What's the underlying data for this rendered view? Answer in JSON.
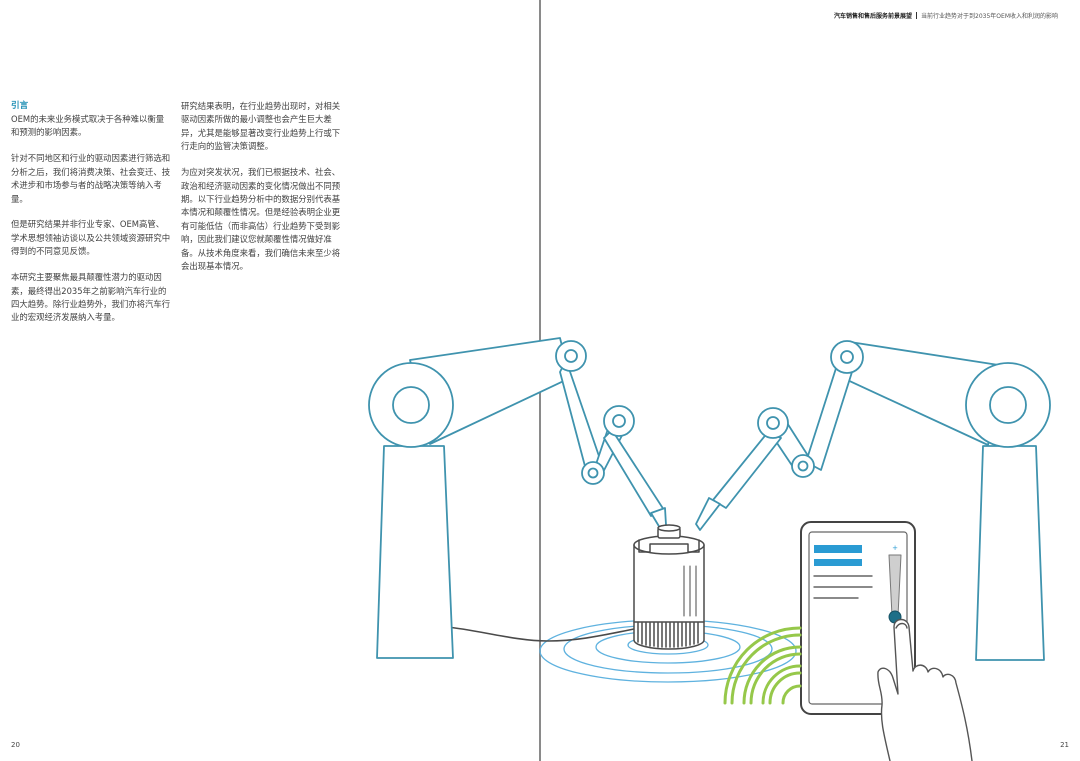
{
  "header": {
    "title": "汽车销售和售后服务前景展望",
    "subtitle": "当前行业趋势对于到2035年OEM收入和利润的影响"
  },
  "left_page": {
    "heading": "引言",
    "column_1": [
      "OEM的未来业务模式取决于各种难以衡量和预测的影响因素。",
      "针对不同地区和行业的驱动因素进行筛选和分析之后，我们将消费决策、社会变迁、技术进步和市场参与者的战略决策等纳入考量。",
      "但是研究结果并非行业专家、OEM高管、学术思想领袖访谈以及公共领域资源研究中得到的不同意见反馈。",
      "本研究主要聚焦最具颠覆性潜力的驱动因素，最终得出2035年之前影响汽车行业的四大趋势。除行业趋势外，我们亦将汽车行业的宏观经济发展纳入考量。"
    ],
    "column_2": [
      "研究结果表明，在行业趋势出现时，对相关驱动因素所做的最小调整也会产生巨大差异，尤其是能够显著改变行业趋势上行或下行走向的监管决策调整。",
      "为应对突发状况，我们已根据技术、社会、政治和经济驱动因素的变化情况做出不同预期。以下行业趋势分析中的数据分别代表基本情况和颠覆性情况。但是经验表明企业更有可能低估（而非高估）行业趋势下受到影响，因此我们建议您就颠覆性情况做好准备。从技术角度来看，我们确信未来至少将会出现基本情况。"
    ],
    "page_number": "20"
  },
  "right_page": {
    "page_number": "21"
  },
  "colors": {
    "accent": "#1f8fb5",
    "illustration_stroke": "#3f93ae",
    "wireless_green": "#96c84a",
    "ripple_blue": "#5fb2df",
    "tablet_bar": "#2a9bd3"
  },
  "icons": {
    "illustration": "robot-arms-assembling-component",
    "wireless": "wifi-signal-icon",
    "tablet": "tablet-device-icon",
    "hand": "touching-hand-icon"
  }
}
